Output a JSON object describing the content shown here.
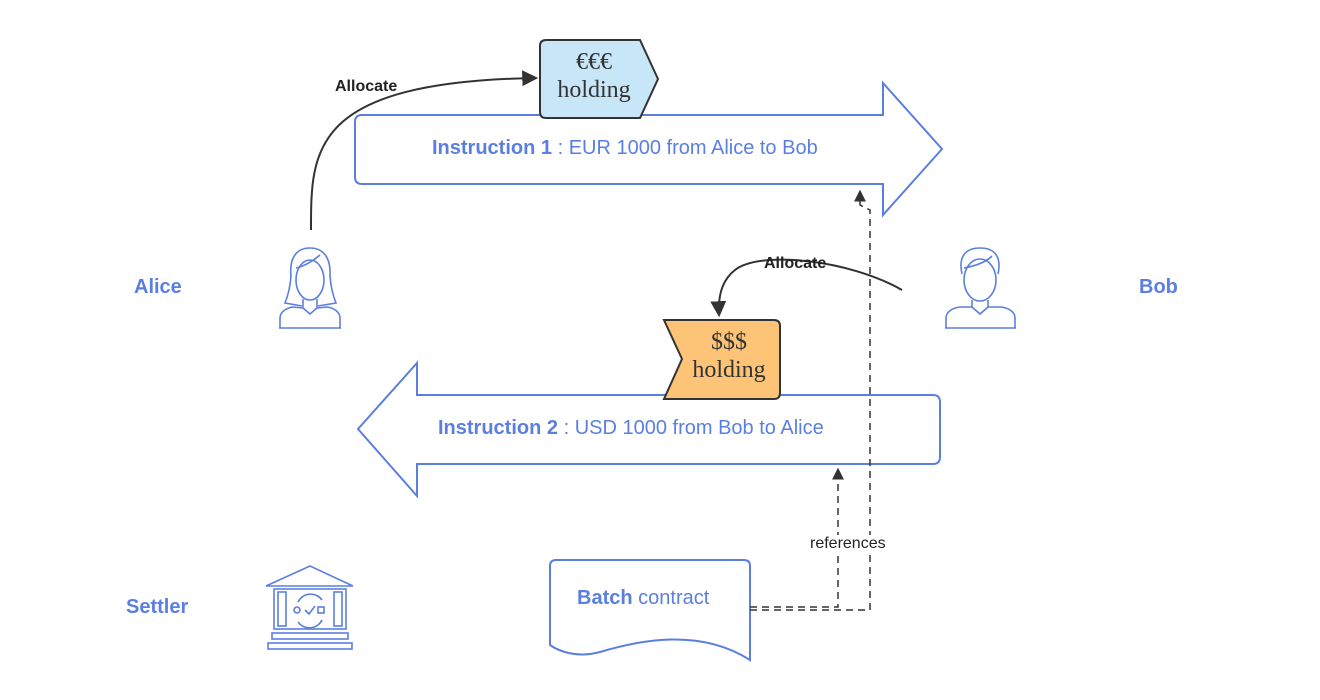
{
  "colors": {
    "accent": "#5b7fe0",
    "eur_fill": "#c7e6f7",
    "usd_fill": "#fdc477",
    "connector": "#333333"
  },
  "parties": {
    "alice": "Alice",
    "bob": "Bob",
    "settler": "Settler"
  },
  "instructions": [
    {
      "title": "Instruction 1",
      "separator": " : ",
      "detail": "EUR 1000 from Alice to Bob"
    },
    {
      "title": "Instruction 2",
      "separator": " : ",
      "detail": "USD 1000 from Bob to Alice"
    }
  ],
  "holdings": {
    "eur": {
      "symbol": "€€€",
      "label": "holding"
    },
    "usd": {
      "symbol": "$$$",
      "label": "holding"
    }
  },
  "connectors": {
    "allocate_alice": "Allocate",
    "allocate_bob": "Allocate",
    "references": "references"
  },
  "batch": {
    "title": "Batch",
    "rest": " contract"
  },
  "icons": {
    "alice": "woman-user-icon",
    "bob": "man-user-icon",
    "settler": "bank-settlement-icon"
  }
}
